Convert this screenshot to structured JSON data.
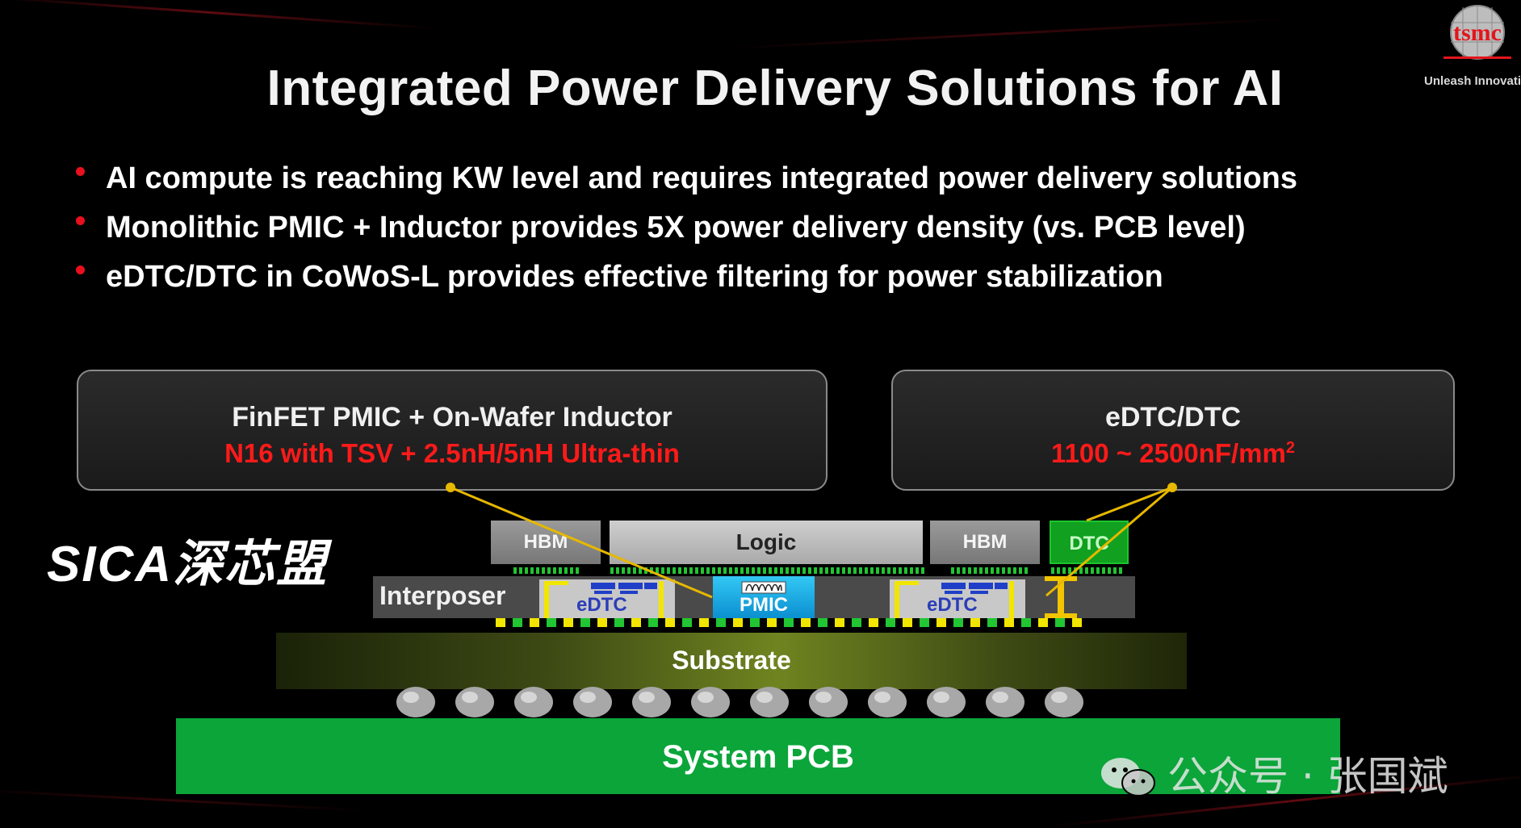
{
  "slide": {
    "title": "Integrated Power Delivery Solutions for AI",
    "logo_text": "tsmc",
    "tagline": "Unleash Innovation",
    "bullets": [
      "AI compute is reaching KW level and requires integrated power delivery solutions",
      "Monolithic PMIC + Inductor provides 5X power delivery density (vs. PCB level)",
      "eDTC/DTC in CoWoS-L provides effective filtering for power stabilization"
    ],
    "callouts": {
      "left": {
        "title": "FinFET PMIC + On-Wafer Inductor",
        "subtitle": "N16 with TSV + 2.5nH/5nH Ultra-thin"
      },
      "right": {
        "title": "eDTC/DTC",
        "subtitle": "1100 ~ 2500nF/mm",
        "superscript": "2"
      }
    },
    "stack": {
      "hbm_left": "HBM",
      "logic": "Logic",
      "hbm_right": "HBM",
      "dtc": "DTC",
      "interposer": "Interposer",
      "edtc_left": "eDTC",
      "pmic": "PMIC",
      "edtc_right": "eDTC",
      "substrate": "Substrate",
      "pcb": "System PCB"
    },
    "overlay": {
      "brand": "SICA深芯盟",
      "watermark": "公众号 · 张国斌"
    },
    "colors": {
      "bullet": "#e8101c",
      "highlight_text": "#ff1a1a",
      "pcb": "#0ba53a",
      "pmic": "#1aa8e6",
      "dtc": "#11a020",
      "leader": "#e6b800"
    }
  }
}
